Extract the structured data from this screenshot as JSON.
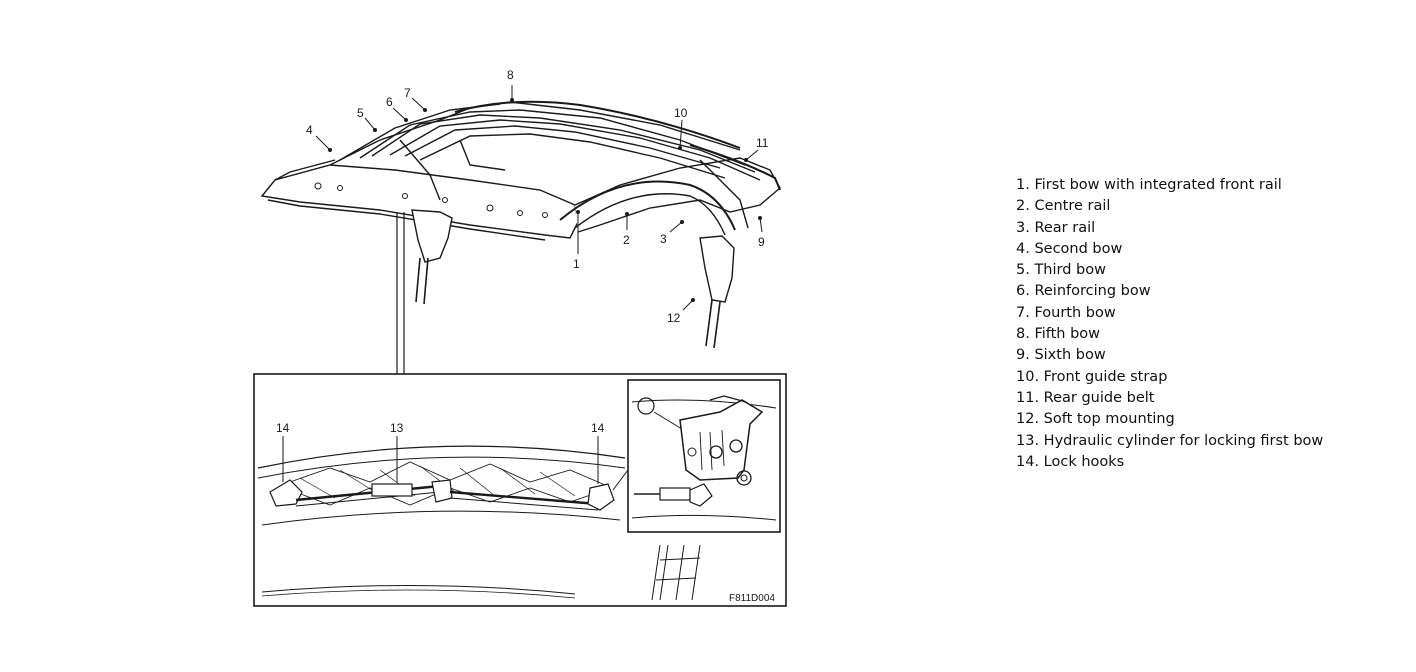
{
  "diagram": {
    "callouts": [
      "1",
      "2",
      "3",
      "4",
      "5",
      "6",
      "7",
      "8",
      "9",
      "10",
      "11",
      "12"
    ],
    "detail_callouts": [
      "14",
      "13",
      "14"
    ],
    "figure_code": "F811D004"
  },
  "legend": [
    "1. First bow with integrated front rail",
    "2. Centre rail",
    "3. Rear rail",
    "4. Second bow",
    "5. Third bow",
    "6. Reinforcing bow",
    "7. Fourth bow",
    "8. Fifth bow",
    "9. Sixth bow",
    "10. Front guide strap",
    "11. Rear guide belt",
    "12. Soft top mounting",
    "13. Hydraulic cylinder for locking first bow",
    "14. Lock hooks"
  ]
}
